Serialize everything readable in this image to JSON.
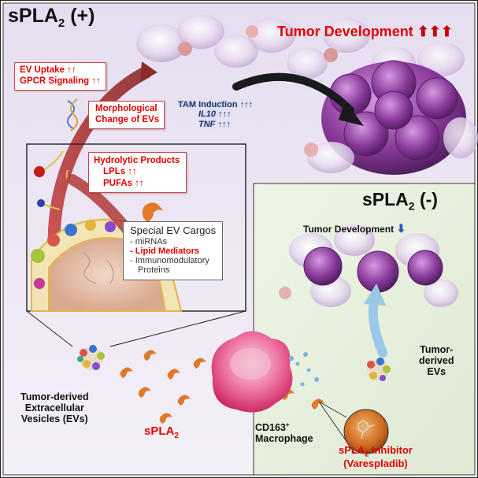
{
  "panel_plus": {
    "title": "sPLA",
    "title_sub": "2",
    "title_suffix": " (+)",
    "tumor_dev": "Tumor Development",
    "tumor_dev_arrows": "⬆⬆⬆",
    "uptake_box": [
      "EV Uptake ↑↑",
      "GPCR Signaling ↑↑"
    ],
    "morph_box": [
      "Morphological",
      "Change of EVs"
    ],
    "tam": [
      "TAM Induction ↑↑↑",
      "IL10 ↑↑↑",
      "TNF ↑↑↑"
    ],
    "hydro_box": [
      "Hydrolytic Products",
      "LPLs ↑↑",
      "PUFAs ↑↑"
    ],
    "cargo_title": "Special EV Cargos",
    "cargo_items": [
      "- miRNAs",
      "- Lipid Mediators",
      "- Immunomodulatory",
      "  Proteins"
    ],
    "ev_label": [
      "Tumor-derived",
      "Extracellular",
      "Vesicles (EVs)"
    ],
    "spla2_label": "sPLA",
    "spla2_sub": "2",
    "macrophage_label": "CD163",
    "macrophage_sup": "+",
    "macrophage_label2": "Macrophage"
  },
  "panel_minus": {
    "title": "sPLA",
    "title_sub": "2",
    "title_suffix": " (-)",
    "tumor_dev": "Tumor Development",
    "ev_label": [
      "Tumor-",
      "derived",
      "EVs"
    ],
    "inhibitor": "sPLA",
    "inhibitor_sub": "2",
    "inhibitor_suffix": " Inhibitor",
    "inhibitor_drug": "(Varespladib)"
  },
  "colors": {
    "accent_red": "#e00000",
    "panel_plus_bg": "#efe9f4",
    "panel_minus_bg": "#e8f0df",
    "tumor_purple": "#8a3a9a",
    "spla2_orange": "#e07a2a",
    "arrow_red": "#b23a3a",
    "arrow_blue": "#9cc8e8"
  }
}
